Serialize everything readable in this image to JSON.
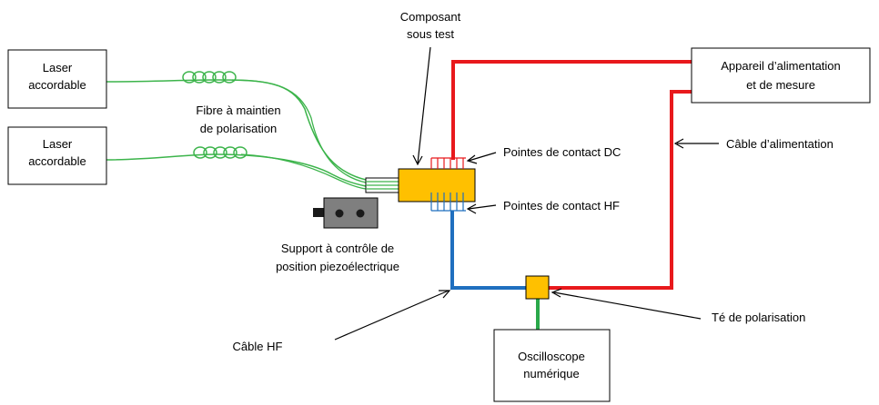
{
  "boxes": {
    "laser_1": [
      "Laser",
      "accordable"
    ],
    "laser_2": [
      "Laser",
      "accordable"
    ],
    "power_unit": [
      "Appareil d’alimentation",
      "et de mesure"
    ],
    "oscilloscope": [
      "Oscilloscope",
      "numérique"
    ]
  },
  "labels": {
    "component_under_test": [
      "Composant",
      "sous test"
    ],
    "pm_fiber": [
      "Fibre à maintien",
      "de polarisation"
    ],
    "dc_probes": "Pointes de contact DC",
    "hf_probes": "Pointes de contact HF",
    "power_cable": "Câble d’alimentation",
    "piezo_stage": [
      "Support à contrôle de",
      "position piezoélectrique"
    ],
    "hf_cable": "Câble HF",
    "bias_tee": "Té de polarisation"
  },
  "colors": {
    "fiber": "#3cb44b",
    "dc_cable": "#e8191c",
    "hf_cable": "#1f6fbf",
    "osc_cable": "#2aa84a",
    "component": "#ffc000",
    "stage": "#7f7f7f",
    "stage_dark": "#1a1a1a",
    "box_border": "#000000"
  }
}
